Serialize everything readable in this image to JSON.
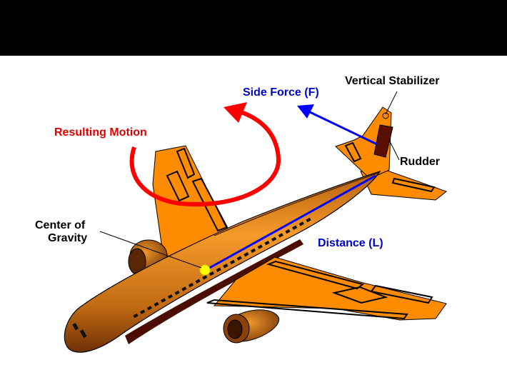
{
  "labels": {
    "vertical_stabilizer": "Vertical  Stabilizer",
    "side_force": "Side  Force (F)",
    "resulting_motion": "Resulting  Motion",
    "rudder": "Rudder",
    "center_of_gravity_line1": "Center  of",
    "center_of_gravity_line2": "Gravity",
    "distance": "Distance (L)"
  },
  "colors": {
    "background": "#ffffff",
    "top_band": "#000000",
    "fuselage": "#f28a0c",
    "wing": "#ff8c00",
    "outline": "#000000",
    "rudder": "#5a0f00",
    "cg_marker": "#ffff00",
    "side_force_arrow": "#0000ff",
    "distance_line": "#0000ff",
    "motion_arrow": "#ff0000",
    "side_force_label": "#0000cc",
    "motion_label": "#e00000",
    "distance_label": "#0000cc",
    "black_label": "#000000"
  }
}
